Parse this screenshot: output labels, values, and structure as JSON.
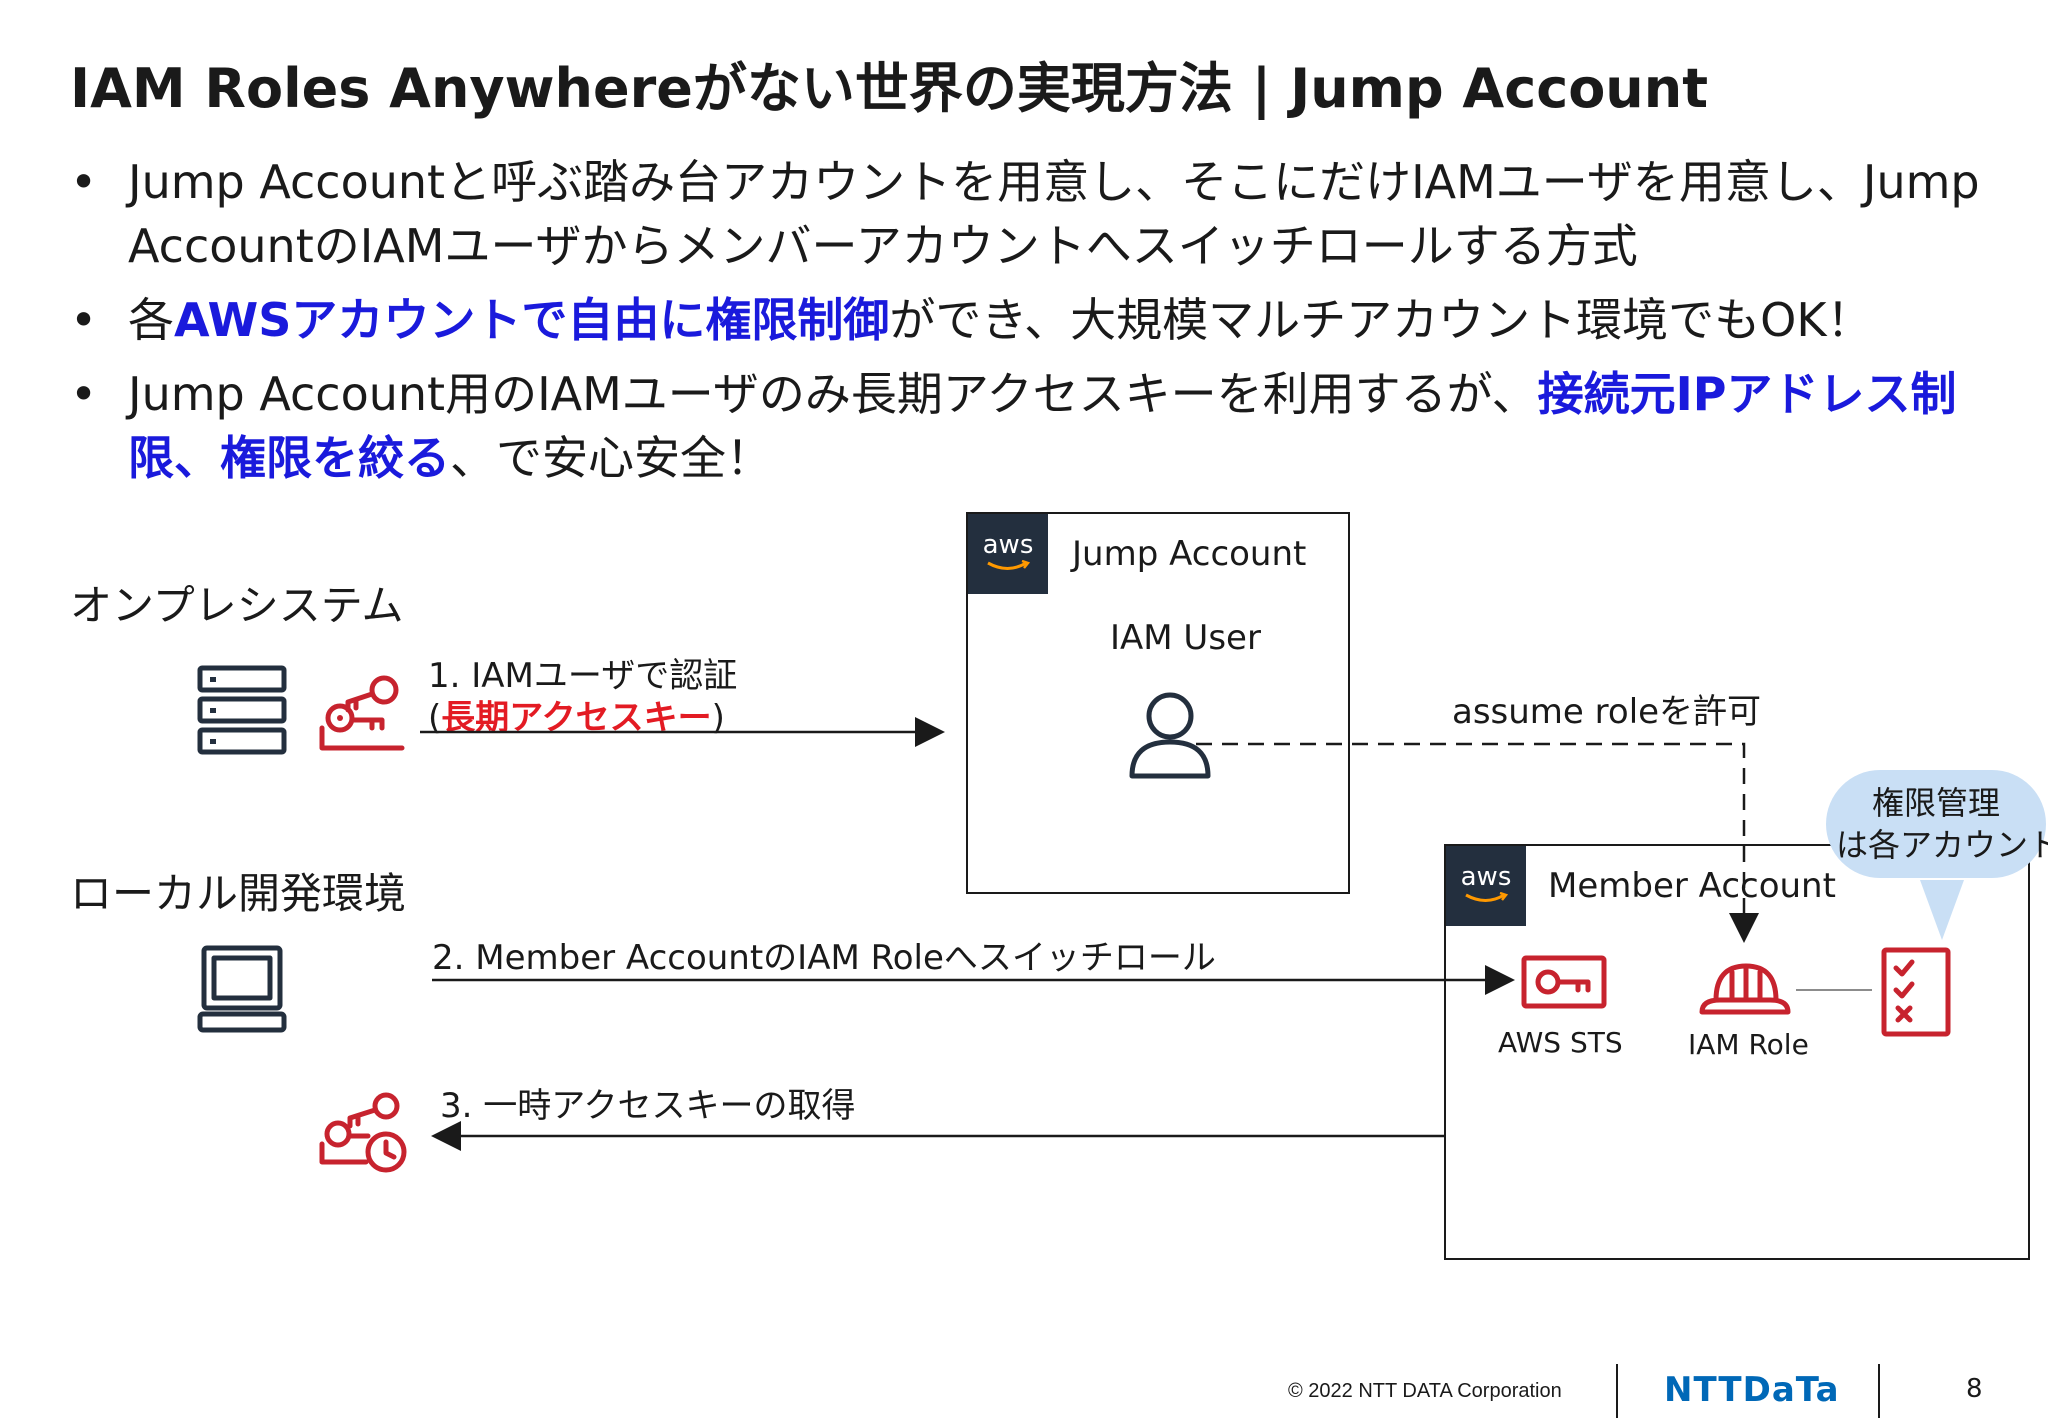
{
  "title": "IAM Roles Anywhereがない世界の実現方法 | Jump Account",
  "bullets": [
    {
      "parts": [
        {
          "text": "Jump Accountと呼ぶ踏み台アカウントを用意し、そこにだけIAMユーザを用意し、Jump AccountのIAMユーザからメンバーアカウントへスイッチロールする方式",
          "hl": false
        }
      ]
    },
    {
      "parts": [
        {
          "text": "各",
          "hl": false
        },
        {
          "text": "AWSアカウントで自由に権限制御",
          "hl": true
        },
        {
          "text": "ができ、大規模マルチアカウント環境でもOK！",
          "hl": false
        }
      ]
    },
    {
      "parts": [
        {
          "text": "Jump Account用のIAMユーザのみ長期アクセスキーを利用するが、",
          "hl": false
        },
        {
          "text": "接続元IPアドレス制限、権限を絞る",
          "hl": true
        },
        {
          "text": "、で安心安全！",
          "hl": false
        }
      ]
    }
  ],
  "bullet_marker": "•",
  "diagram": {
    "onprem_label": "オンプレシステム",
    "local_label": "ローカル開発環境",
    "step1_line1": "1. IAMユーザで認証",
    "step1_open": "(",
    "step1_hl": "長期アクセスキー",
    "step1_close": ")",
    "step2": "2. Member AccountのIAM Roleへスイッチロール",
    "step3": "3. 一時アクセスキーの取得",
    "jump_account_title": "Jump Account",
    "iam_user_label": "IAM User",
    "assume_role_label": "assume roleを許可",
    "member_account_title": "Member Account",
    "aws_sts_label": "AWS STS",
    "iam_role_label": "IAM Role",
    "bubble_line1": "権限管理",
    "bubble_line2": "は各アカウント",
    "aws_logo_text": "aws"
  },
  "footer": {
    "copyright": "© 2022 NTT DATA Corporation",
    "brand": "NTTDaTa",
    "page_number": "8"
  },
  "colors": {
    "highlight_blue": "#1a1adc",
    "highlight_red": "#e31b23",
    "icon_red": "#c7232e",
    "aws_dark": "#232f3e",
    "bubble": "#c9dff5",
    "brand_blue": "#0068b7"
  }
}
